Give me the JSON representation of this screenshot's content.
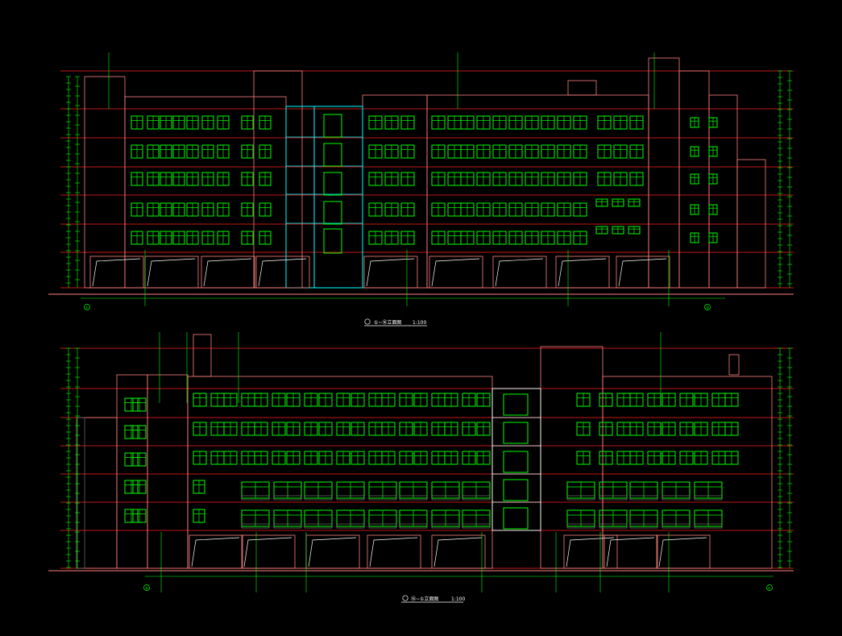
{
  "elevations": [
    {
      "title": "①~⑯立面图",
      "scale": "1:100",
      "axis_left": "①",
      "axis_right": "⑯"
    },
    {
      "title": "⑯~①立面图",
      "scale": "1:100",
      "axis_left": "⑯",
      "axis_right": "①"
    }
  ],
  "colors": {
    "background": "#000000",
    "outline": "#ff8080",
    "floor_line": "#ff2020",
    "window": "#00ff00",
    "dimension": "#00ff00",
    "stair": "#00ffff",
    "text": "#ffffff"
  }
}
